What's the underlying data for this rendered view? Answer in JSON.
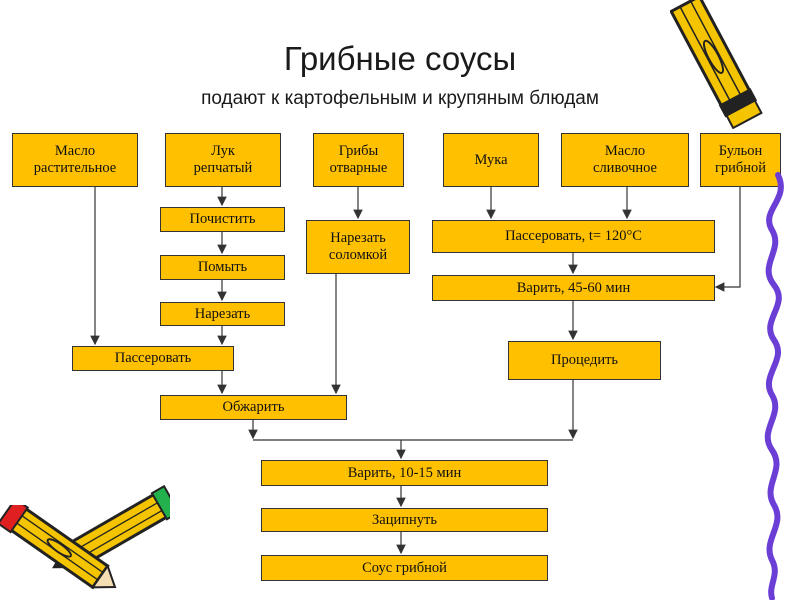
{
  "header": {
    "title": "Грибные соусы",
    "subtitle": "подают к картофельным и крупяным блюдам"
  },
  "ingredients": {
    "oil_veg": [
      "Масло",
      "растительное"
    ],
    "onion": [
      "Лук",
      "репчатый"
    ],
    "mushrooms": [
      "Грибы",
      "отварные"
    ],
    "flour": [
      "Мука"
    ],
    "butter": [
      "Масло",
      "сливочное"
    ],
    "broth": [
      "Бульон",
      "грибной"
    ]
  },
  "steps": {
    "peel": "Почистить",
    "wash": "Помыть",
    "chop": "Нарезать",
    "saute_onion": "Пассеровать",
    "cut_strips": [
      "Нарезать",
      "соломкой"
    ],
    "fry": "Обжарить",
    "saute_flour": "Пассеровать, t= 120°С",
    "boil_long": "Варить, 45-60 мин",
    "strain": "Процедить",
    "boil_short": "Варить, 10-15 мин",
    "season": "Заципнуть",
    "result": "Соус грибной"
  },
  "colors": {
    "box_fill": "#ffc000",
    "border": "#333333",
    "arrow": "#333333",
    "pencil_yellow": "#f5c400",
    "eraser_red": "#e02020",
    "eraser_green": "#22b14c",
    "squiggle": "#6b3fd6"
  },
  "decorations": [
    "pencil-icon",
    "pencil-icon",
    "pencil-icon",
    "squiggle-line"
  ]
}
